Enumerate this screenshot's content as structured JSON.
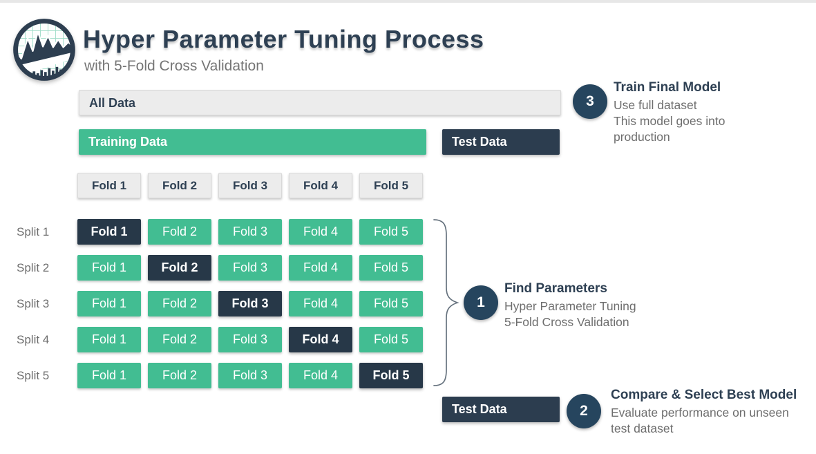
{
  "header": {
    "title": "Hyper Parameter Tuning Process",
    "subtitle": "with 5-Fold Cross Validation",
    "logo": "line-chart-logo"
  },
  "colors": {
    "navy": "#2e4053",
    "navybar": "#2c3d4f",
    "navycell": "#273848",
    "circle": "#26455e",
    "green": "#42bd92",
    "light": "#ececec",
    "graytext": "#6e6e6e"
  },
  "bars": {
    "all_data": "All Data",
    "training_data": "Training Data",
    "test_data_top": "Test Data",
    "test_data_bottom": "Test Data"
  },
  "fold_headers": [
    "Fold 1",
    "Fold 2",
    "Fold 3",
    "Fold 4",
    "Fold 5"
  ],
  "splits": [
    {
      "label": "Split 1",
      "highlight": 0,
      "cells": [
        "Fold 1",
        "Fold 2",
        "Fold 3",
        "Fold 4",
        "Fold 5"
      ]
    },
    {
      "label": "Split 2",
      "highlight": 1,
      "cells": [
        "Fold 1",
        "Fold 2",
        "Fold 3",
        "Fold 4",
        "Fold 5"
      ]
    },
    {
      "label": "Split 3",
      "highlight": 2,
      "cells": [
        "Fold 1",
        "Fold 2",
        "Fold 3",
        "Fold 4",
        "Fold 5"
      ]
    },
    {
      "label": "Split 4",
      "highlight": 3,
      "cells": [
        "Fold 1",
        "Fold 2",
        "Fold 3",
        "Fold 4",
        "Fold 5"
      ]
    },
    {
      "label": "Split 5",
      "highlight": 4,
      "cells": [
        "Fold 1",
        "Fold 2",
        "Fold 3",
        "Fold 4",
        "Fold 5"
      ]
    }
  ],
  "annotations": [
    {
      "number": "1",
      "title": "Find Parameters",
      "lines": [
        "Hyper Parameter Tuning",
        "5-Fold Cross Validation"
      ]
    },
    {
      "number": "2",
      "title": "Compare & Select Best Model",
      "lines": [
        "Evaluate performance on unseen test dataset"
      ]
    },
    {
      "number": "3",
      "title": "Train Final Model",
      "lines": [
        "Use full dataset",
        "This model goes into production"
      ]
    }
  ]
}
